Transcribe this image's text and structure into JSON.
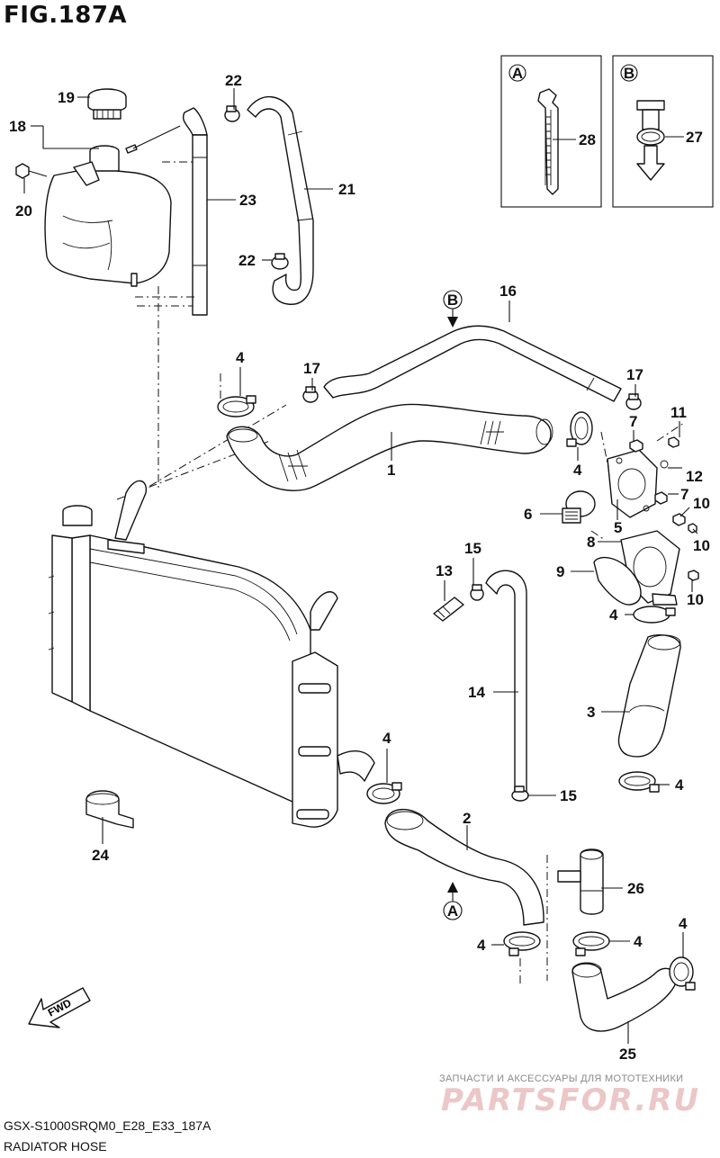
{
  "figure_title": "FIG.187A",
  "footer": {
    "code": "GSX-S1000SRQM0_E28_E33_187A",
    "name": "RADIATOR HOSE"
  },
  "watermark": {
    "small": "ЗАПЧАСТИ И АКСЕССУАРЫ ДЛЯ МОТОТЕХНИКИ",
    "big": "PARTSFOR.RU"
  },
  "fwd_label": "FWD",
  "views": {
    "a": {
      "letter": "A",
      "part": "28"
    },
    "b": {
      "letter": "B",
      "part": "27"
    }
  },
  "markers": {
    "a": "A",
    "b": "B"
  },
  "callouts": [
    "19",
    "18",
    "20",
    "22",
    "23",
    "21",
    "22",
    "16",
    "4",
    "17",
    "17",
    "7",
    "11",
    "1",
    "4",
    "12",
    "7",
    "10",
    "6",
    "5",
    "8",
    "10",
    "15",
    "13",
    "9",
    "10",
    "4",
    "14",
    "3",
    "4",
    "15",
    "2",
    "24",
    "26",
    "4",
    "4",
    "4",
    "25"
  ]
}
